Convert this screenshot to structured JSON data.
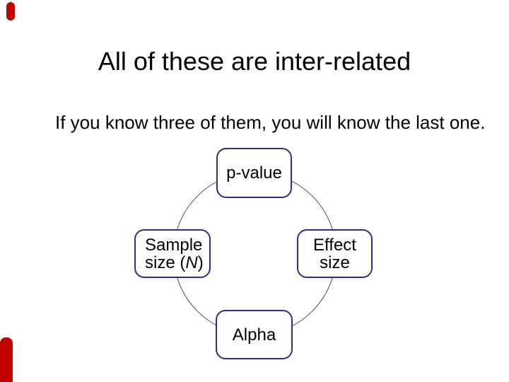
{
  "slide": {
    "title": "All of these are inter-related",
    "subtitle": "If you know three of them, you will know the last one.",
    "accent_color": "#c00000",
    "node_border_color": "#2d2e87",
    "circle_color": "#4d4d4d",
    "diagram": {
      "nodes": {
        "p_value": {
          "label": "p-value"
        },
        "sample_size": {
          "line1": "Sample",
          "line2_pre": "size (",
          "line2_var": "N",
          "line2_post": ")"
        },
        "effect_size": {
          "line1": "Effect",
          "line2": "size"
        },
        "alpha": {
          "label": "Alpha"
        }
      }
    }
  }
}
